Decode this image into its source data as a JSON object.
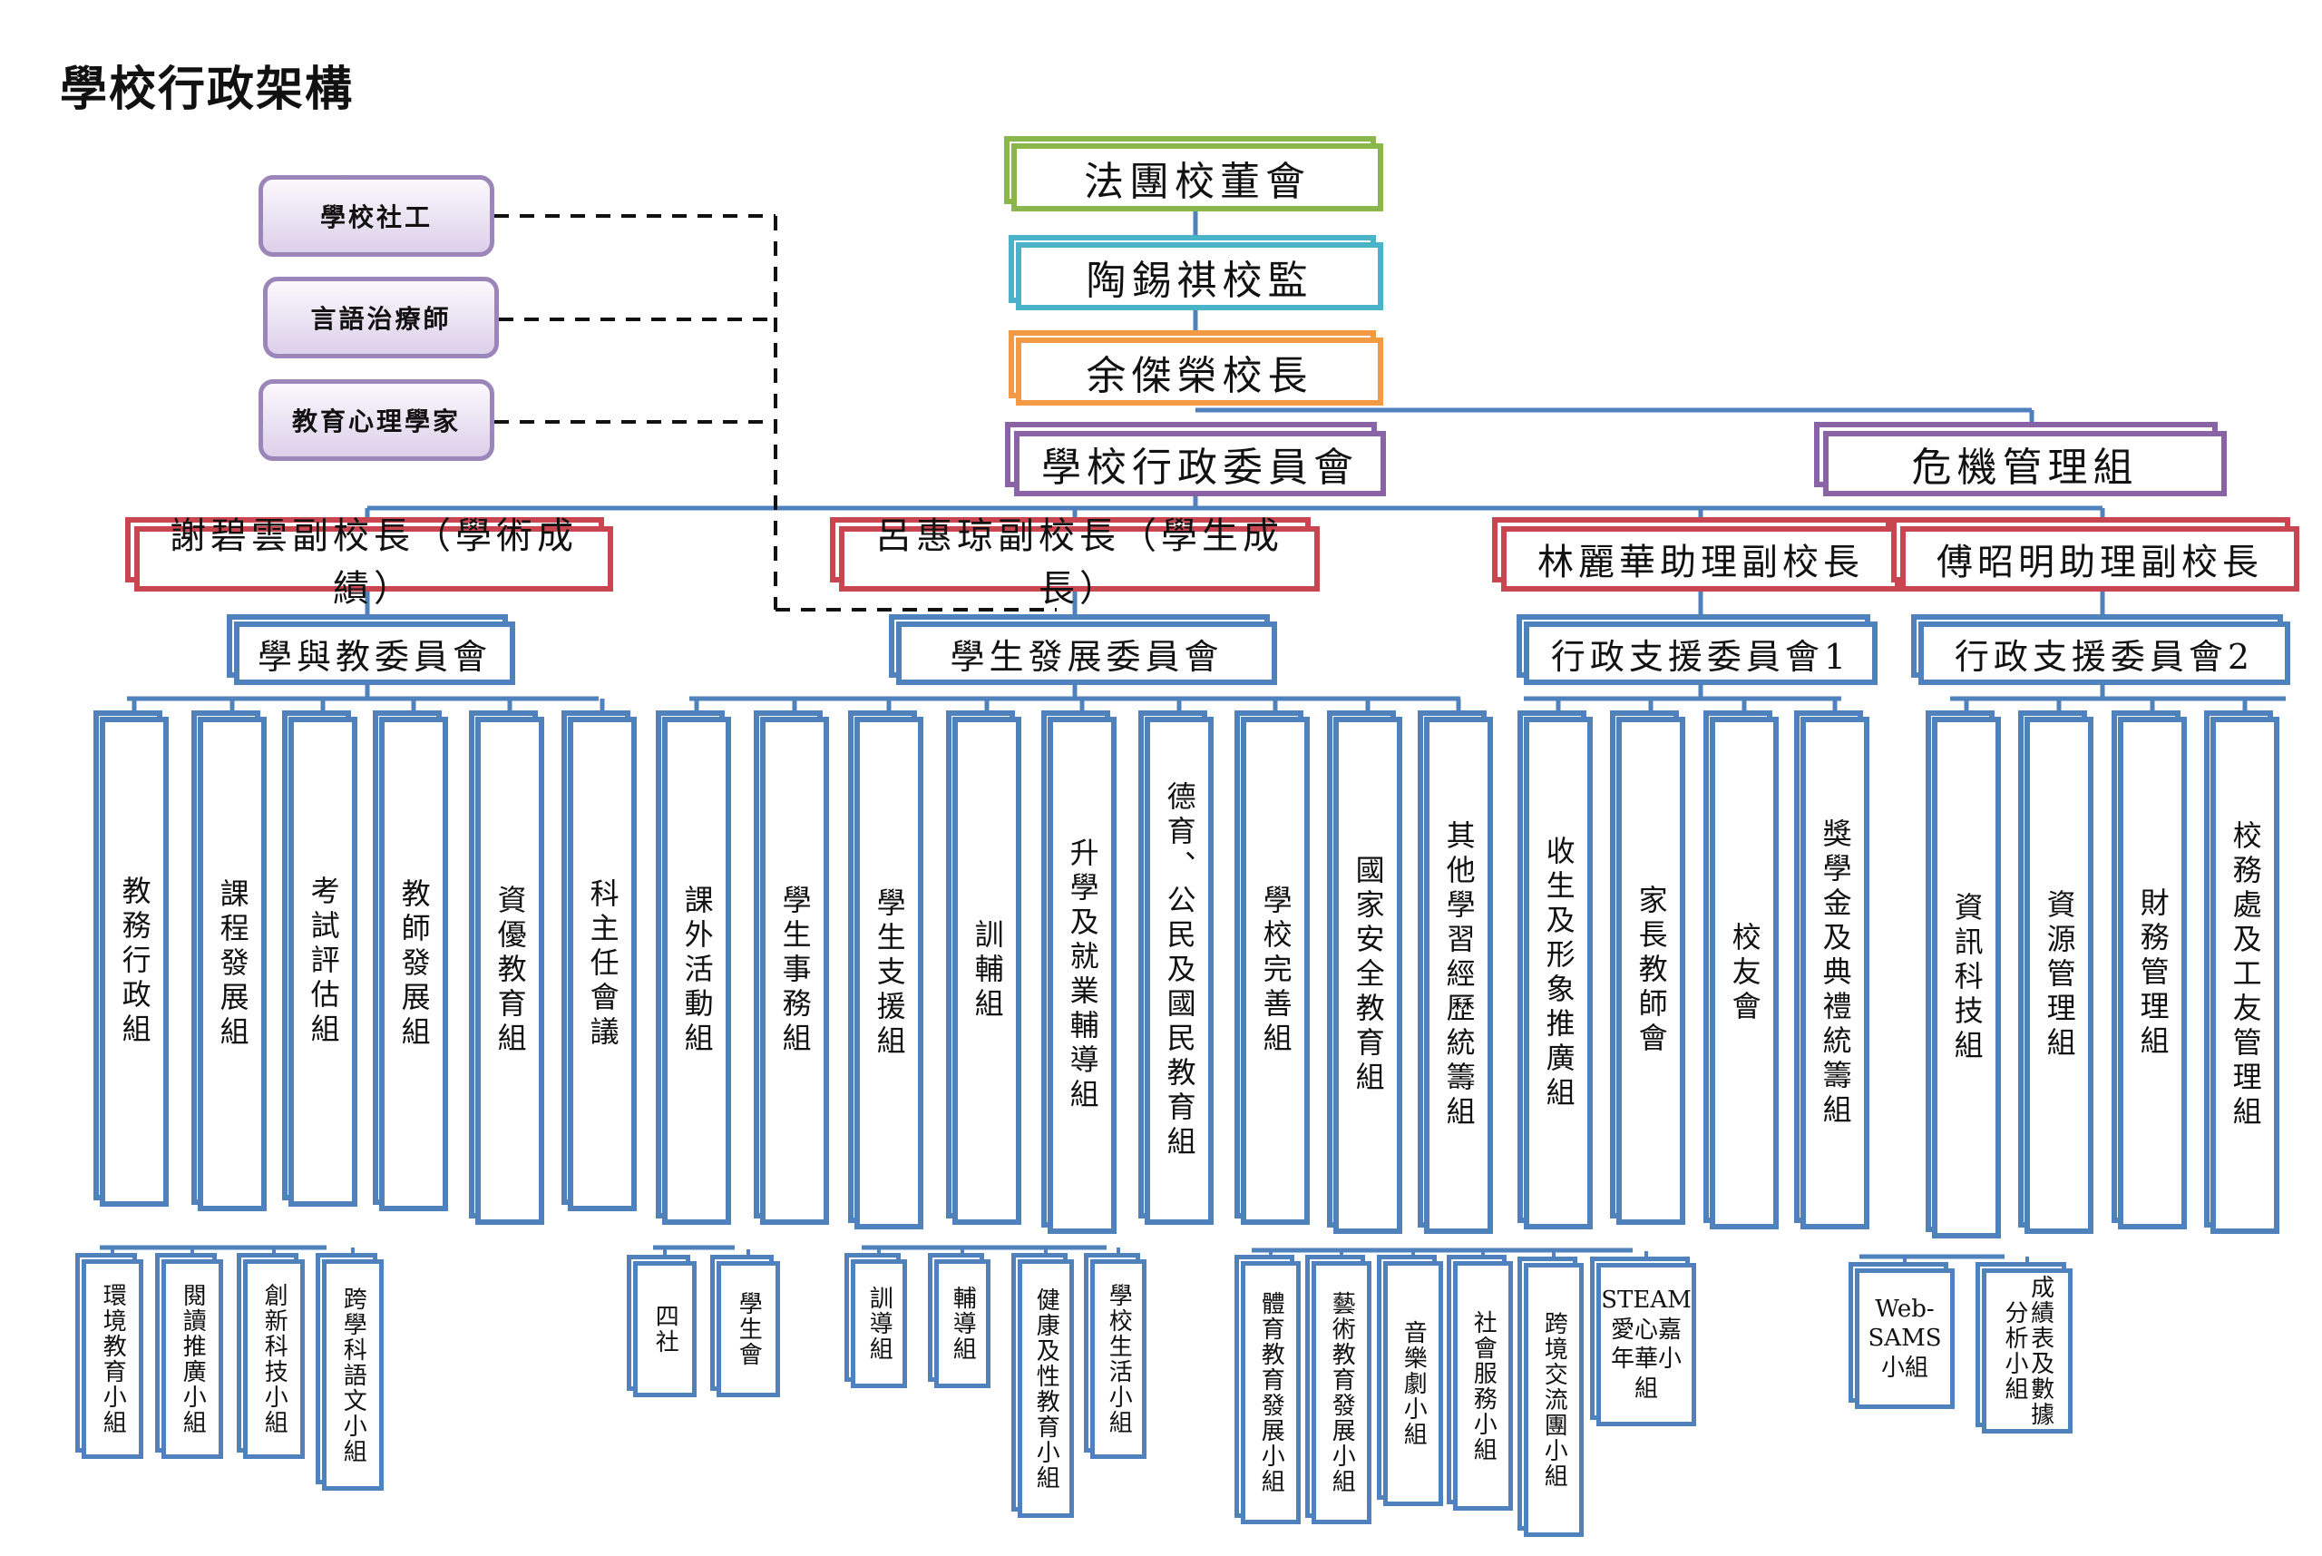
{
  "title": "學校行政架構",
  "top": {
    "board": "法團校董會",
    "supervisor": "陶錫祺校監",
    "principal": "余傑榮校長",
    "admin_committee": "學校行政委員會",
    "crisis_team": "危機管理組"
  },
  "side_roles": [
    "學校社工",
    "言語治療師",
    "教育心理學家"
  ],
  "vice_principals": [
    "謝碧雲副校長（學術成績）",
    "呂惠琼副校長（學生成長）",
    "林麗華助理副校長",
    "傅昭明助理副校長"
  ],
  "committees": [
    "學與教委員會",
    "學生發展委員會",
    "行政支援委員會1",
    "行政支援委員會2"
  ],
  "departments": [
    "教務行政組",
    "課程發展組",
    "考試評估組",
    "教師發展組",
    "資優教育組",
    "科主任會議",
    "課外活動組",
    "學生事務組",
    "學生支援組",
    "訓輔組",
    "升學及就業輔導組",
    "德育、公民及國民教育組",
    "學校完善組",
    "國家安全教育組",
    "其他學習經歷統籌組",
    "收生及形象推廣組",
    "家長教師會",
    "校友會",
    "獎學金及典禮統籌組",
    "資訊科技組",
    "資源管理組",
    "財務管理組",
    "校務處及工友管理組"
  ],
  "subgroups": {
    "academic": [
      "環境教育小組",
      "閱讀推廣小組",
      "創新科技小組",
      "跨學科語文小組"
    ],
    "activities": [
      "四社",
      "學生會"
    ],
    "support": [
      "訓導組",
      "輔導組",
      "健康及性教育小組",
      "學校生活小組"
    ],
    "ole": [
      "體育教育發展小組",
      "藝術教育發展小組",
      "音樂劇小組",
      "社會服務小組",
      "跨境交流團小組",
      "STEAM愛心嘉年華小組"
    ],
    "it": [
      "Web-SAMS小組",
      "成績表及數據分析小組"
    ]
  },
  "colors": {
    "board": "#8bb64c",
    "supervisor": "#4ab3c8",
    "principal": "#f49a45",
    "committee_top": "#8a63a6",
    "vice_principal": "#c9454f",
    "structure": "#4f81bd",
    "side_role": "#9c85b8"
  }
}
